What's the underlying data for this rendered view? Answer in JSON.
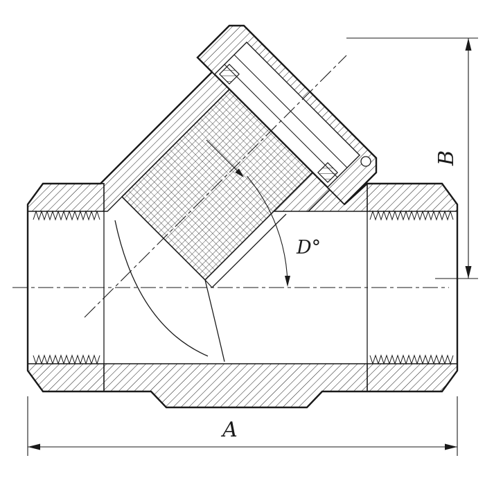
{
  "drawing": {
    "type": "y-strainer-check-valve-cross-section",
    "labels": {
      "dim_a": "A",
      "dim_b": "B",
      "dim_angle": "D°"
    },
    "colors": {
      "line": "#1a1a1a",
      "background": "#ffffff"
    }
  }
}
